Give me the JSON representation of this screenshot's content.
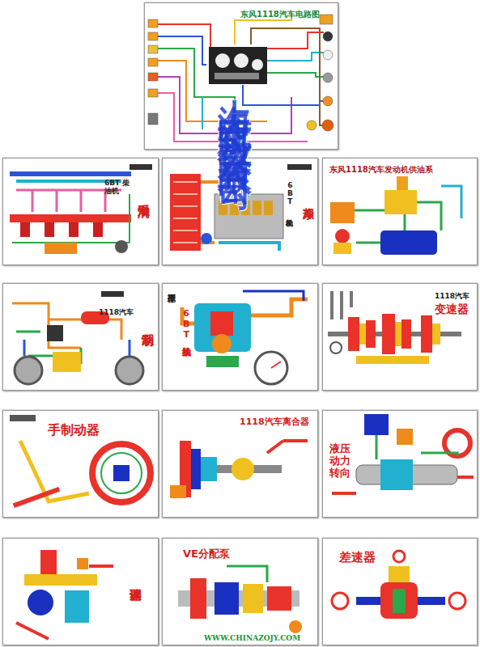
{
  "diagram": {
    "nodes": [
      {
        "text": [
          "东风1118汽车电路图"
        ]
      },
      {
        "text": [
          "6BT 柴油机",
          "润滑系"
        ]
      },
      {
        "text": [
          "6BT 发动机",
          "冷却系"
        ]
      },
      {
        "text": [
          "东风1118汽车发动机供油系"
        ]
      },
      {
        "text": [
          "1118汽车",
          "制动系"
        ]
      },
      {
        "text": [
          "6BT柴油机",
          "工作原理"
        ]
      },
      {
        "text": [
          "1118汽车",
          "变速器"
        ]
      },
      {
        "text": [
          "手制动器"
        ]
      },
      {
        "text": [
          "1118汽车离合器"
        ]
      },
      {
        "text": [
          "液压 动力 转向"
        ]
      },
      {
        "text": [
          "调速器"
        ]
      },
      {
        "text": [
          "VE分配泵"
        ]
      },
      {
        "text": [
          "差速器"
        ]
      }
    ],
    "edges": [],
    "labels": [
      "上海中瓯科教仪器有限公司",
      "WWW.CHINAZOJY.COM"
    ]
  }
}
